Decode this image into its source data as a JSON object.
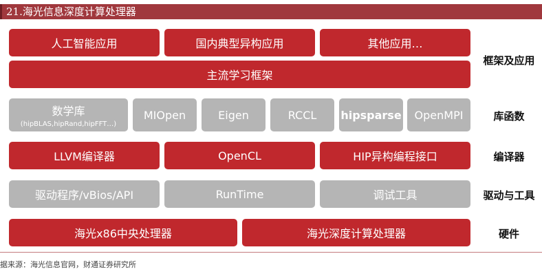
{
  "header": {
    "title": "21.海光信息深度计算处理器"
  },
  "rows": {
    "framework": {
      "label": "框架及应用",
      "apps": [
        "人工智能应用",
        "国内典型异构应用",
        "其他应用…"
      ],
      "main": "主流学习框架"
    },
    "library": {
      "label": "库函数",
      "first": {
        "name": "数学库",
        "sub": "(hipBLAS,hipRand,hipFFT…)"
      },
      "items": [
        "MIOpen",
        "Eigen",
        "RCCL",
        "hipsparse",
        "OpenMPI"
      ]
    },
    "compiler": {
      "label": "编译器",
      "items": [
        "LLVM编译器",
        "OpenCL",
        "HIP异构编程接口"
      ]
    },
    "driver": {
      "label": "驱动与工具",
      "items": [
        "驱动程序/vBios/API",
        "RunTime",
        "调试工具"
      ]
    },
    "hardware": {
      "label": "硬件",
      "items": [
        "海光x86中央处理器",
        "海光深度计算处理器"
      ]
    }
  },
  "footer": {
    "source": "据来源：海光信息官网，财通证券研究所"
  },
  "colors": {
    "red": "#c0282d",
    "gray": "#b5b5b5",
    "title_bg": "#a0383d"
  }
}
